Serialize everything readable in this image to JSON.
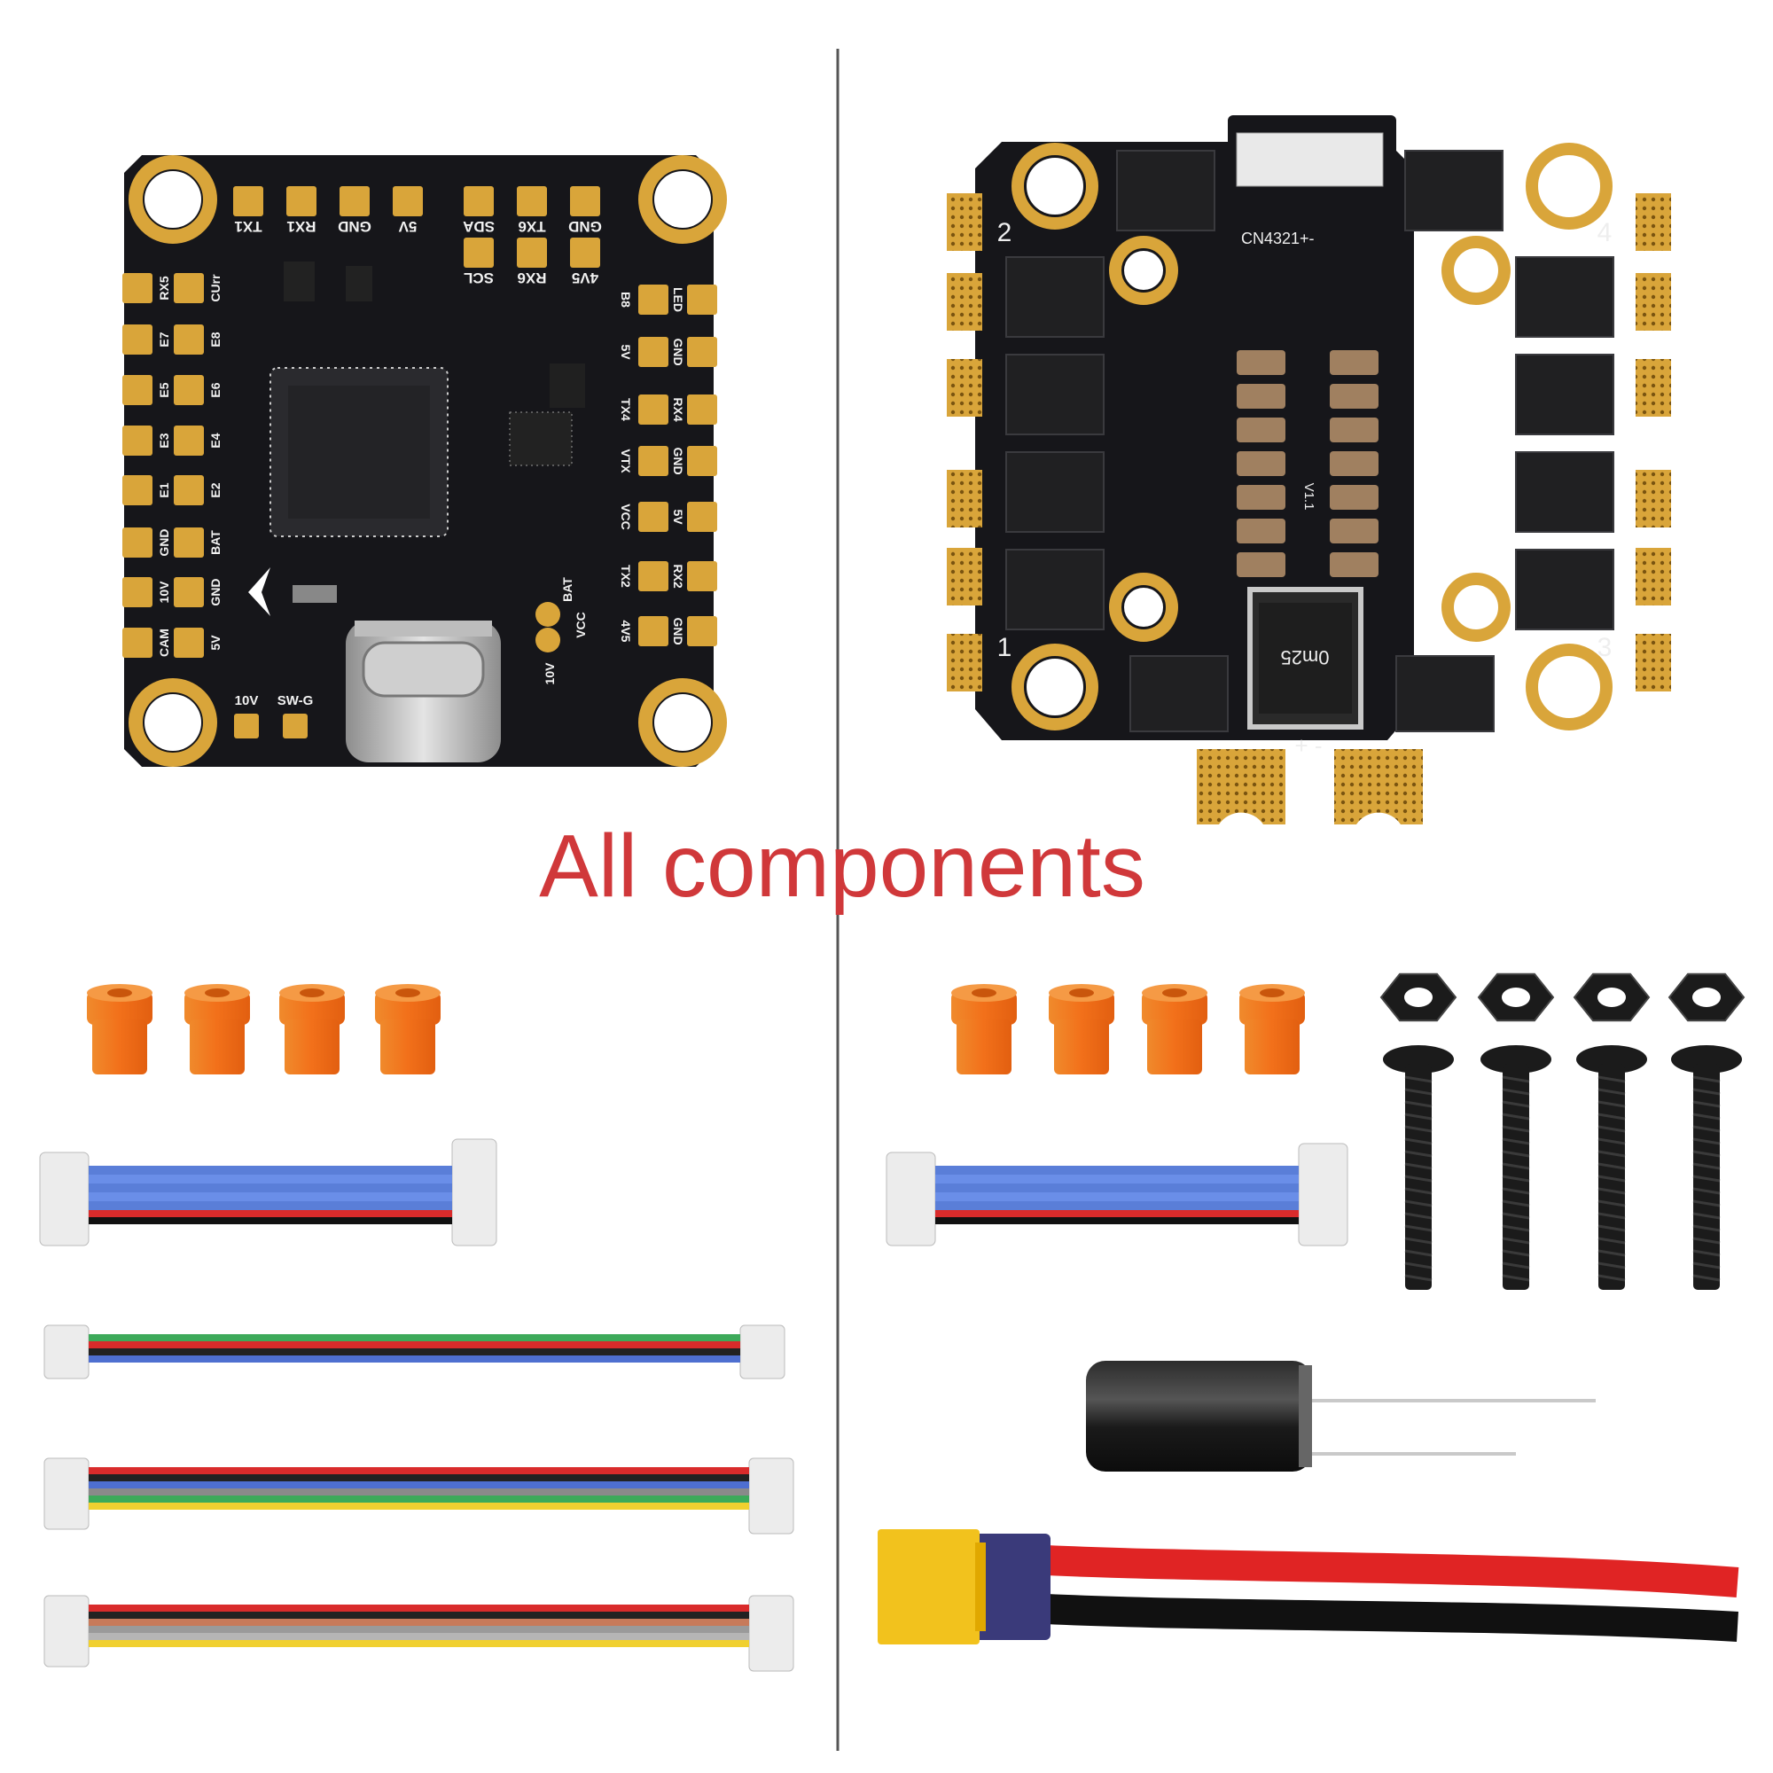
{
  "caption": "All components",
  "colors": {
    "caption": "#d0383a",
    "pcb": "#16161a",
    "gold": "#d9a53a",
    "spacer": "#f07c22",
    "screw": "#1b1b1b",
    "xt60": "#f2c21d"
  },
  "fc": {
    "top_pads": [
      "TX1",
      "RX1",
      "GND",
      "5V",
      "SDA",
      "TX6",
      "GND"
    ],
    "top_pads_row2": [
      "SCL",
      "RX6",
      "4V5"
    ],
    "left_inner_labels": [
      "CUrr",
      "E8",
      "E6",
      "E4",
      "E2",
      "BAT",
      "GND",
      "5V"
    ],
    "left_pads": [
      "RX5",
      "E7",
      "E5",
      "E3",
      "E1",
      "GND",
      "10V",
      "CAM"
    ],
    "right_labels": [
      "B8",
      "5V",
      "TX4",
      "VTX",
      "VCC",
      "TX2",
      "4V5"
    ],
    "right_labels2": [
      "LED",
      "GND",
      "RX4",
      "GND",
      "5V",
      "RX2",
      "GND"
    ],
    "bottom_labels": [
      "10V",
      "SW-G"
    ],
    "mid_labels": [
      "BAT",
      "10V",
      "VCC"
    ]
  },
  "esc": {
    "connector_label": "CN4321+-",
    "corner_numbers": [
      "1",
      "2",
      "3",
      "4"
    ],
    "version": "V1.1",
    "shunt": "0m25",
    "power_label": "+ -"
  },
  "parts": {
    "left_spacers": 4,
    "right_spacers": 4,
    "screws": 4,
    "nuts": 4
  }
}
